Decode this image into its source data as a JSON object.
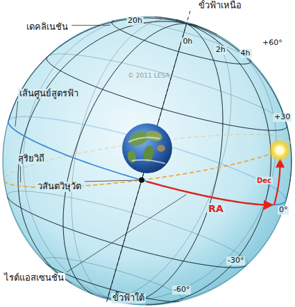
{
  "diagram": {
    "labels": [
      "เดคลิเนชัน",
      "ขั้วฟ้าเหนือ",
      "20h",
      "0h",
      "2h",
      "4h",
      "+60°",
      "© 2011 LESA",
      "เส้นศูนย์สูตรฟ้า",
      "+30",
      "สุริยวิถี",
      "0°",
      "วสันตวิษุวัต",
      "RA",
      "Dec",
      "-30°",
      "ไรต์แอสเซนชัน",
      "-60°",
      "ขั้วฟ้าใต้"
    ]
  }
}
